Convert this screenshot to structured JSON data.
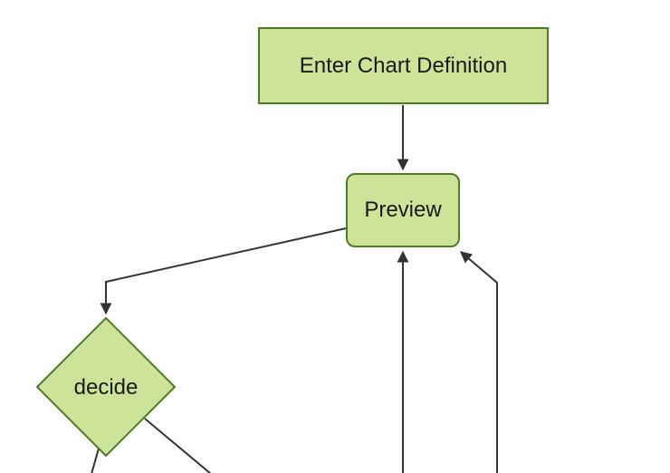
{
  "diagram": {
    "type": "flowchart",
    "direction": "top-down",
    "colors": {
      "background": "#ffffff",
      "node_fill": "#cde498",
      "node_border": "#4d7c26",
      "edge": "#333333",
      "arrowhead": "#333333",
      "label_text": "#1a1a1a"
    },
    "nodes": [
      {
        "id": "enter",
        "label": "Enter Chart Definition",
        "shape": "rectangle"
      },
      {
        "id": "preview",
        "label": "Preview",
        "shape": "rounded-rectangle"
      },
      {
        "id": "decide",
        "label": "decide",
        "shape": "diamond"
      }
    ],
    "edges": [
      {
        "from": "enter",
        "to": "preview",
        "arrow": true
      },
      {
        "from": "preview",
        "to": "decide",
        "arrow": true
      },
      {
        "from": "offscreen-bottom",
        "to": "preview",
        "arrow": true
      },
      {
        "from": "offscreen-bottom",
        "to": "preview",
        "arrow": true
      },
      {
        "from": "decide",
        "to": "offscreen-bottom",
        "arrow": false
      },
      {
        "from": "decide",
        "to": "offscreen-bottom",
        "arrow": false
      }
    ]
  }
}
